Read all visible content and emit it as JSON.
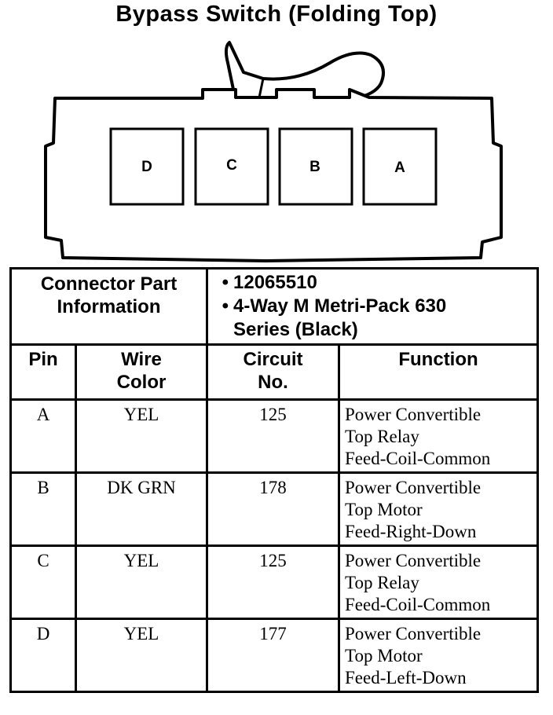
{
  "title": "Bypass Switch (Folding Top)",
  "connector_diagram": {
    "pins": [
      "D",
      "C",
      "B",
      "A"
    ]
  },
  "connector_info": {
    "label_line1": "Connector Part",
    "label_line2": "Information",
    "bullets": [
      {
        "lines": [
          "12065510"
        ]
      },
      {
        "lines": [
          "4-Way M Metri-Pack 630",
          "Series (Black)"
        ]
      }
    ]
  },
  "table": {
    "headers": {
      "pin": "Pin",
      "wire_color_1": "Wire",
      "wire_color_2": "Color",
      "circuit_1": "Circuit",
      "circuit_2": "No.",
      "function": "Function"
    },
    "rows": [
      {
        "pin": "A",
        "wire_color": "YEL",
        "circuit": "125",
        "function": [
          "Power Convertible",
          "Top Relay",
          "Feed-Coil-Common"
        ]
      },
      {
        "pin": "B",
        "wire_color": "DK GRN",
        "circuit": "178",
        "function": [
          "Power Convertible",
          "Top Motor",
          "Feed-Right-Down"
        ]
      },
      {
        "pin": "C",
        "wire_color": "YEL",
        "circuit": "125",
        "function": [
          "Power Convertible",
          "Top Relay",
          "Feed-Coil-Common"
        ]
      },
      {
        "pin": "D",
        "wire_color": "YEL",
        "circuit": "177",
        "function": [
          "Power Convertible",
          "Top Motor",
          "Feed-Left-Down"
        ]
      }
    ]
  }
}
